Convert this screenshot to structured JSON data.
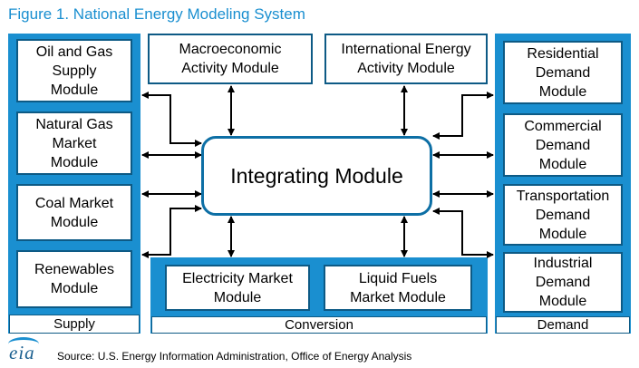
{
  "title": "Figure 1. National Energy Modeling System",
  "groups": {
    "supply": "Supply",
    "conversion": "Conversion",
    "demand": "Demand"
  },
  "modules": {
    "oil_gas": "Oil and Gas\nSupply\nModule",
    "natural_gas": "Natural Gas\nMarket\nModule",
    "coal": "Coal Market\nModule",
    "renewables": "Renewables\nModule",
    "macro": "Macroeconomic\nActivity Module",
    "international": "International Energy\nActivity Module",
    "integrating": "Integrating Module",
    "electricity": "Electricity Market\nModule",
    "liquid_fuels": "Liquid Fuels\nMarket Module",
    "residential": "Residential\nDemand\nModule",
    "commercial": "Commercial\nDemand\nModule",
    "transportation": "Transportation\nDemand\nModule",
    "industrial": "Industrial\nDemand\nModule"
  },
  "source": "Source: U.S. Energy Information Administration, Office of Energy Analysis",
  "logo": "eia",
  "colors": {
    "accent": "#1a8fd0",
    "border": "#0d5a85"
  }
}
